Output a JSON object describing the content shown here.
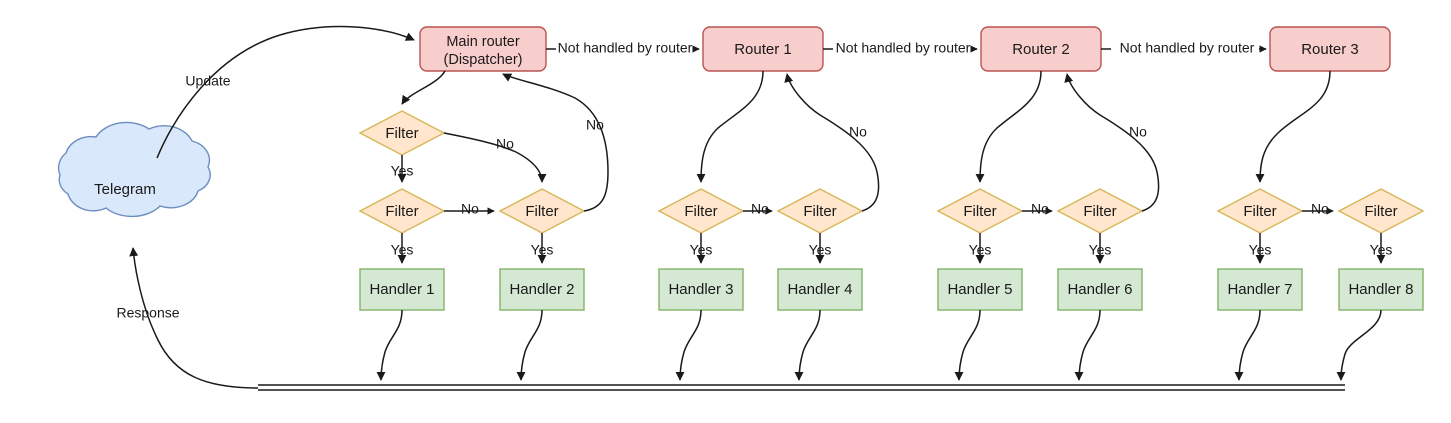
{
  "diagram": {
    "title": "Telegram bot update routing flow",
    "colors": {
      "router_fill": "#f8cecc",
      "router_stroke": "#b85450",
      "filter_fill": "#ffe6cc",
      "filter_stroke": "#d6b656",
      "handler_fill": "#d5e8d4",
      "handler_stroke": "#82b366",
      "cloud_fill": "#dae8fc",
      "cloud_stroke": "#6c8ebf",
      "edge": "#1a1a1a",
      "background": "#ffffff"
    },
    "source": {
      "label": "Telegram",
      "shape": "cloud"
    },
    "routers": [
      {
        "id": "main-router",
        "line1": "Main router",
        "line2": "(Dispatcher)"
      },
      {
        "id": "router-1",
        "line1": "Router 1",
        "line2": ""
      },
      {
        "id": "router-2",
        "line1": "Router 2",
        "line2": ""
      },
      {
        "id": "router-3",
        "line1": "Router 3",
        "line2": ""
      }
    ],
    "filters": [
      {
        "id": "filter-top-main",
        "label": "Filter"
      },
      {
        "id": "filter-1",
        "label": "Filter"
      },
      {
        "id": "filter-2",
        "label": "Filter"
      },
      {
        "id": "filter-3",
        "label": "Filter"
      },
      {
        "id": "filter-4",
        "label": "Filter"
      },
      {
        "id": "filter-5",
        "label": "Filter"
      },
      {
        "id": "filter-6",
        "label": "Filter"
      },
      {
        "id": "filter-7",
        "label": "Filter"
      },
      {
        "id": "filter-8",
        "label": "Filter"
      }
    ],
    "handlers": [
      {
        "id": "handler-1",
        "label": "Handler 1"
      },
      {
        "id": "handler-2",
        "label": "Handler 2"
      },
      {
        "id": "handler-3",
        "label": "Handler 3"
      },
      {
        "id": "handler-4",
        "label": "Handler 4"
      },
      {
        "id": "handler-5",
        "label": "Handler 5"
      },
      {
        "id": "handler-6",
        "label": "Handler 6"
      },
      {
        "id": "handler-7",
        "label": "Handler 7"
      },
      {
        "id": "handler-8",
        "label": "Handler 8"
      }
    ],
    "edge_labels": {
      "update": "Update",
      "response": "Response",
      "not_handled_1": "Not handled by router",
      "not_handled_2": "Not handled by router",
      "not_handled_3": "Not handled by router",
      "yes": "Yes",
      "no": "No",
      "no_main_top": "No",
      "no_main_back": "No",
      "no_r1_back": "No",
      "no_r2_back": "No",
      "yes_labels": [
        "Yes",
        "Yes",
        "Yes",
        "Yes",
        "Yes",
        "Yes",
        "Yes",
        "Yes",
        "Yes"
      ],
      "no_labels": [
        "No",
        "No",
        "No",
        "No",
        "No",
        "No",
        "No",
        "No"
      ]
    }
  }
}
